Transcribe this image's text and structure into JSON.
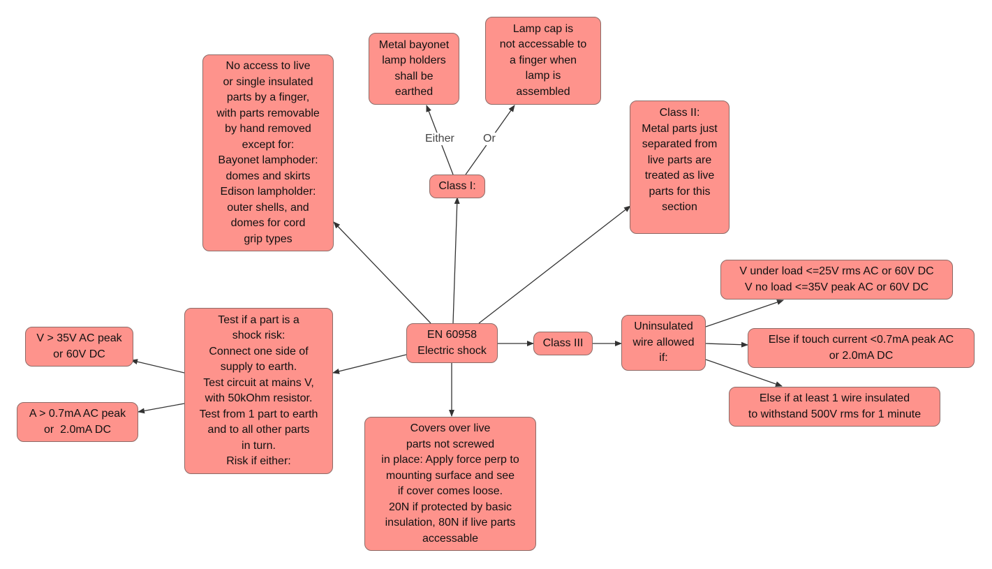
{
  "nodes": {
    "center": "EN 60958\nElectric shock",
    "class1": "Class I:",
    "metal_bayonet": "Metal bayonet\nlamp holders\nshall be\nearthed",
    "lamp_cap": "Lamp cap is\nnot accessable to\na finger when\nlamp is\nassembled",
    "no_access": "No access to live\nor single insulated\nparts by a finger,\nwith parts removable\nby hand removed\nexcept for:\nBayonet lamphoder:\ndomes and skirts\nEdison lampholder:\nouter shells, and\ndomes for cord\ngrip types",
    "class2": "Class II:\nMetal parts just\nseparated from\nlive parts are\ntreated as live\nparts for this\nsection",
    "class3": "Class III",
    "uninsulated": "Uninsulated\nwire allowed\nif:",
    "v_under": "V under load <=25V rms AC or 60V DC\nV no load <=35V peak AC or 60V DC",
    "touch_current": "Else if touch current <0.7mA peak AC\nor 2.0mA DC",
    "one_wire": "Else if at least 1 wire insulated\nto withstand 500V rms for 1 minute",
    "test_part": "Test if a part is a\nshock risk:\nConnect one side of\nsupply to earth.\nTest circuit at mains V,\nwith 50kOhm resistor.\nTest from 1 part to earth\nand to all other parts\nin turn.\nRisk if either:",
    "v_gt": "V > 35V AC peak\nor 60V DC",
    "a_gt": "A > 0.7mA AC peak\nor  2.0mA DC",
    "covers": "Covers over live\nparts not screwed\nin place: Apply force perp to\nmounting surface and see\nif cover comes loose.\n20N if protected by basic\ninsulation, 80N if live parts\naccessable"
  },
  "edge_labels": {
    "either": "Either",
    "or": "Or"
  },
  "colors": {
    "node_fill": "#fe938c",
    "node_border": "#8c6a66",
    "edge": "#333333"
  }
}
